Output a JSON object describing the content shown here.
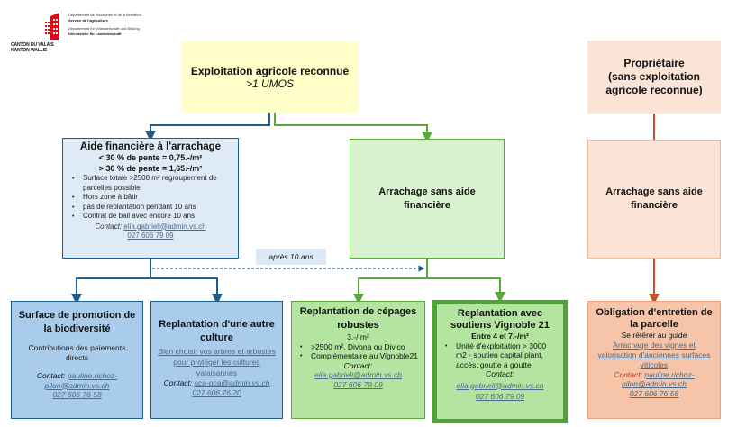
{
  "header": {
    "canton_line1": "CANTON DU VALAIS",
    "canton_line2": "KANTON WALLIS",
    "dept_fr": "Département de l'économie et de la formation",
    "service_fr": "Service de l'agriculture",
    "dept_de": "Departement für Volkswirtschaft und Bildung",
    "service_de": "Dienststelle für Landwirtschaft",
    "logo_color": "#e30613"
  },
  "top": {
    "exploitation": {
      "title": "Exploitation agricole reconnue",
      "subtitle": ">1 UMOS"
    },
    "proprietaire": {
      "line1": "Propriétaire",
      "line2": "(sans exploitation",
      "line3": "agricole reconnue)"
    }
  },
  "middle": {
    "aide": {
      "title": "Aide financière  à l'arrachage",
      "rate1": "< 30 % de pente = 0,75.-/m²",
      "rate2": "> 30 % de pente = 1,65.-/m²",
      "bullets": [
        "Surface totale >2500 m² regroupement de parcelles possible",
        "Hors zone à bâtir",
        "pas de replantation pendant 10 ans",
        "Contrat de bail avec encore 10 ans"
      ],
      "contact_label": "Contact:",
      "email": "elia.gabrieli@admin.vs.ch",
      "phone": "027 606 79 09"
    },
    "arrachage_green": {
      "line1": "Arrachage sans aide",
      "line2": "financière"
    },
    "arrachage_orange": {
      "line1": "Arrachage sans aide",
      "line2": "financière"
    },
    "after_label": "après 10 ans"
  },
  "bottom": {
    "biodiv": {
      "title": "Surface de promotion de la biodiversité",
      "text": "Contributions des paiements directs",
      "contact_label": "Contact:",
      "email": "pauline.richoz-pilon@admin.vs.ch",
      "phone": "027 606 76 58"
    },
    "autre": {
      "title": "Replantation d'une autre culture",
      "link": "Bien choisir vos arbres et arbustes pour protéger les cultures valaisannes",
      "contact_label": "Contact:",
      "email": "sca-oca@admin.vs.ch",
      "phone": "027 606 76 20"
    },
    "robustes": {
      "title": "Replantation de cépages robustes",
      "rate": "3.-/ m²",
      "bullets": [
        "  >2500 m², Divona ou Divico",
        "Complémentaire au Vignoble21"
      ],
      "contact_label": "Contact:",
      "email": "elia.gabrieli@admin.vs.ch",
      "phone": "027 606 79 09"
    },
    "v21": {
      "title": "Replantation avec soutiens Vignoble 21",
      "rate": "Entre 4 et 7.-/m²",
      "bullets": [
        "Unité d'exploitation > 3000 m2 - soutien capital plant, accès, goutte à goutte"
      ],
      "contact_label": "Contact:",
      "email": "elia.gabrieli@admin.vs.ch",
      "phone": "027 606 79 09"
    },
    "oblig": {
      "title": "Obligation d'entretien de la parcelle",
      "text": "Se référer au guide",
      "link": "Arrachage des vignes et valorisation d'anciennes surfaces viticoles",
      "contact_label": "Contact:",
      "email": "pauline.richoz-pilon@admin.vs.ch",
      "phone": "027 606 76 58"
    }
  },
  "colors": {
    "blue_line": "#1f5e8a",
    "green_line": "#5aa83c",
    "orange_line": "#c5522a"
  }
}
